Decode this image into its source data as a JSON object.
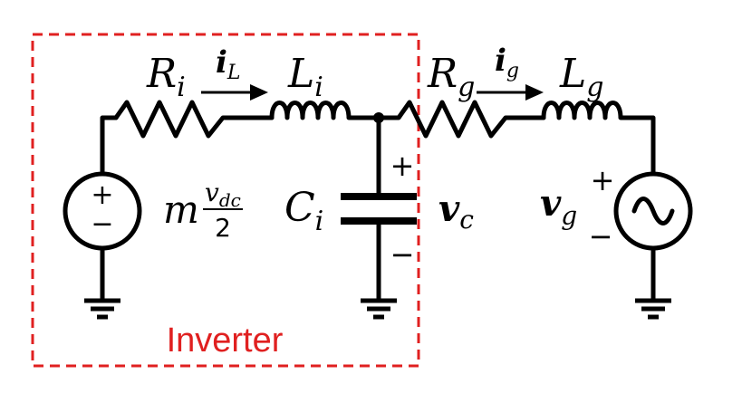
{
  "inverter_box": {
    "label": "Inverter",
    "color": "#e02020"
  },
  "labels": {
    "Ri": {
      "base": "R",
      "sub": "i"
    },
    "iL": {
      "base": "i",
      "sub": "L"
    },
    "Li": {
      "base": "L",
      "sub": "i"
    },
    "Rg": {
      "base": "R",
      "sub": "g"
    },
    "ig": {
      "base": "i",
      "sub": "g"
    },
    "Lg": {
      "base": "L",
      "sub": "g"
    },
    "Ci": {
      "base": "C",
      "sub": "i"
    },
    "vc": {
      "base": "v",
      "sub": "c"
    },
    "vg": {
      "base": "v",
      "sub": "g"
    },
    "vdc": {
      "coef": "m",
      "num_base": "v",
      "num_sub": "dc",
      "den": "2"
    }
  },
  "signs": {
    "plus": "+",
    "minus": "−"
  }
}
